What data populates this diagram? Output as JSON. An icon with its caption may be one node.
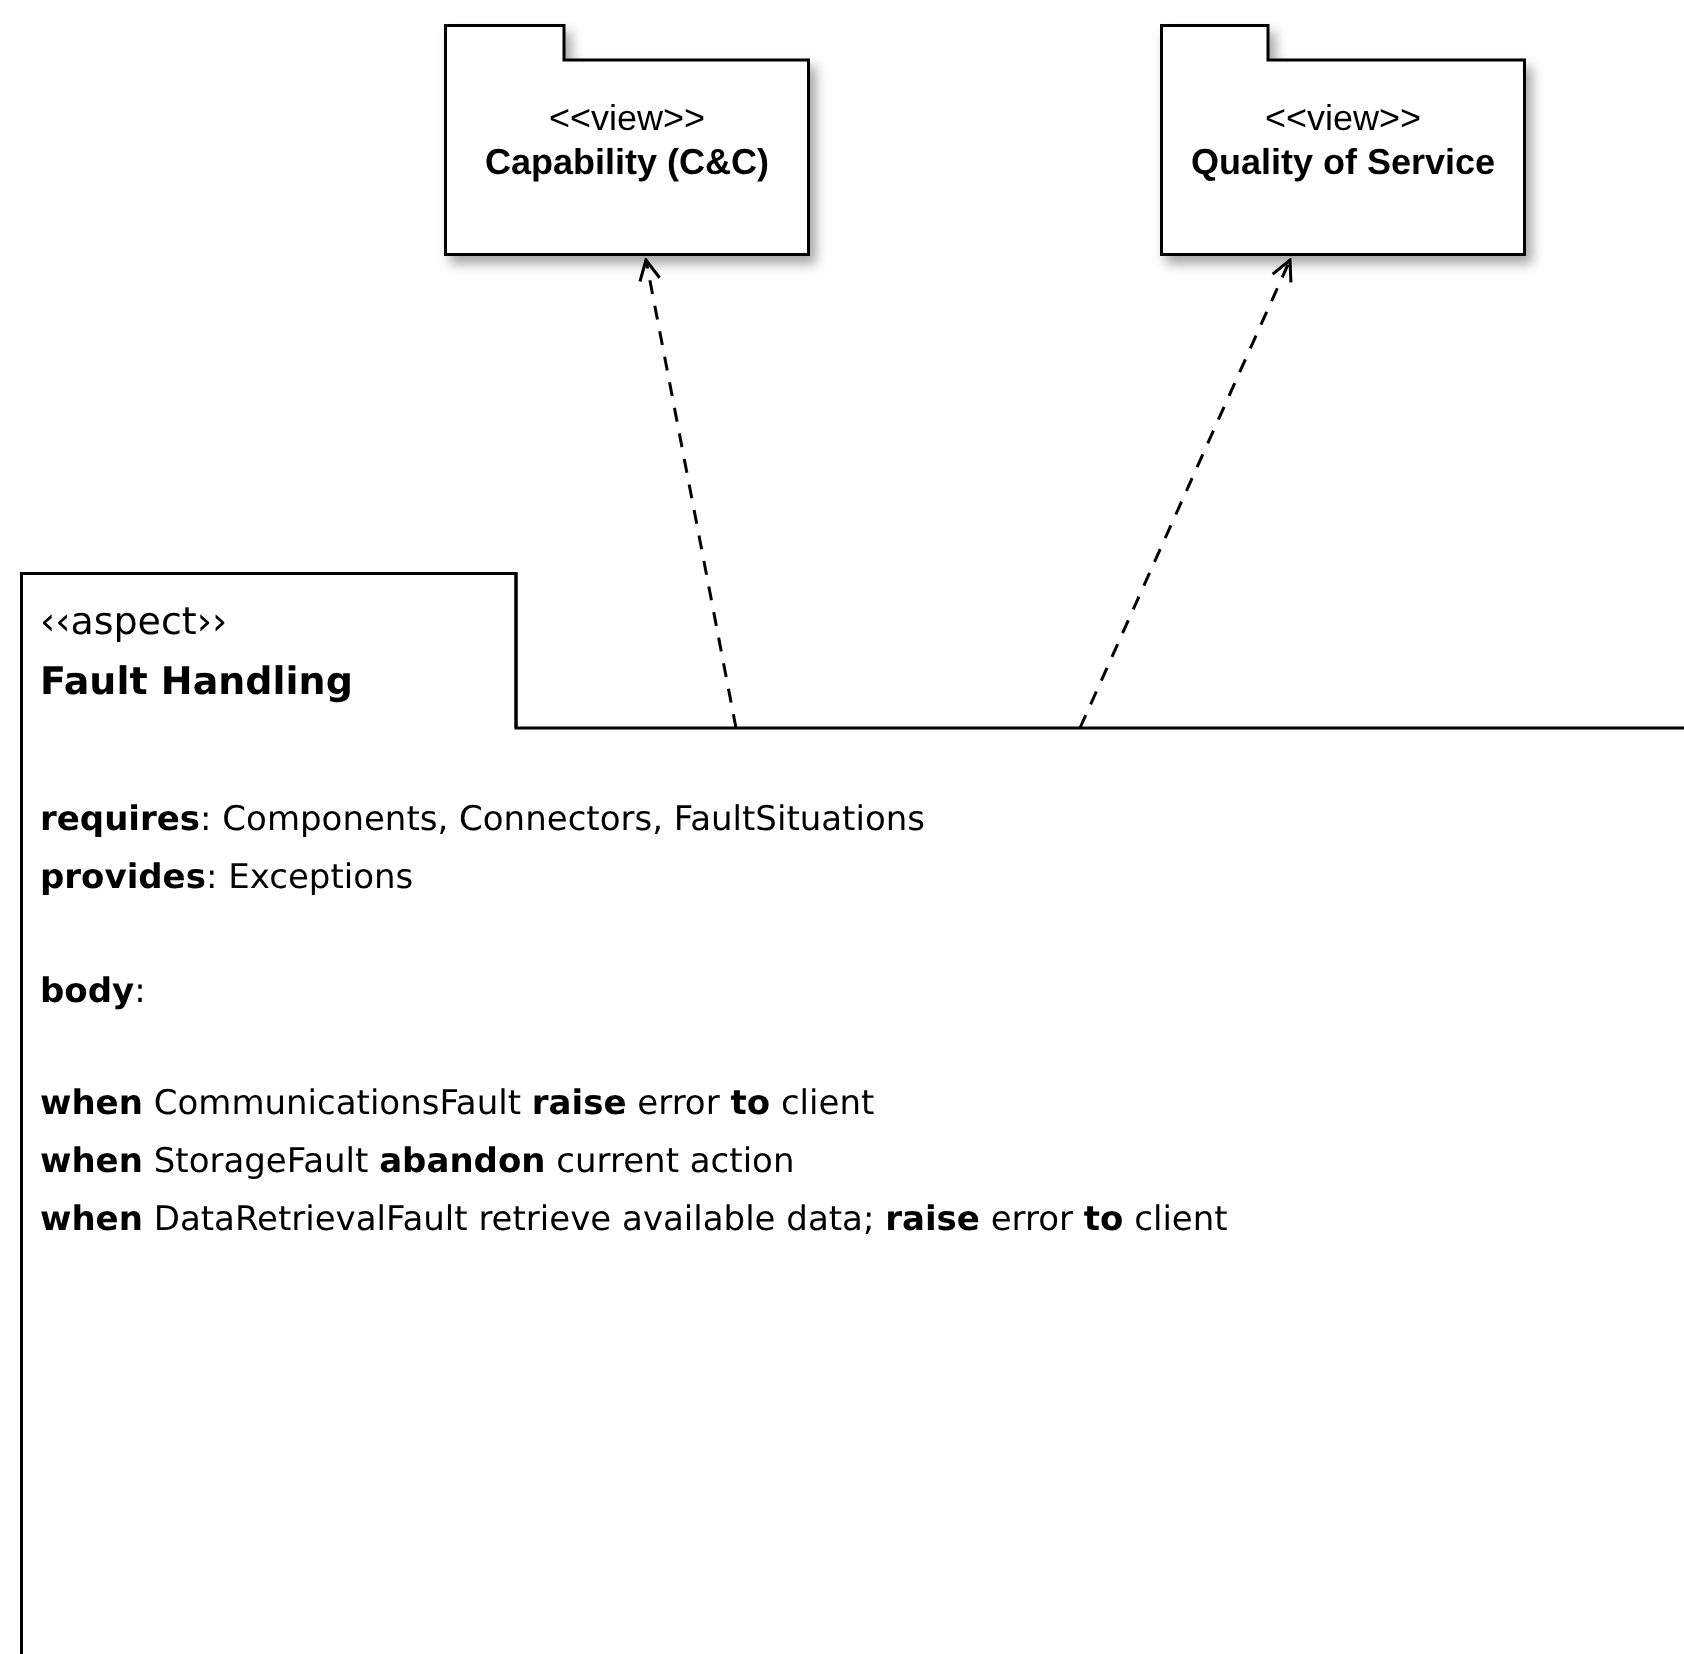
{
  "diagram": {
    "nodes": [
      {
        "text": [
          "<<view>>",
          "Capability (C&C)"
        ]
      },
      {
        "text": [
          "<<view>>",
          "Quality of Service"
        ]
      },
      {
        "text": [
          "‹‹aspect››",
          "Fault Handling",
          "**requires**: Components, Connectors, FaultSituations",
          "**provides**: Exceptions",
          "**body**:",
          "**when** CommunicationsFault **raise** error **to** client",
          "**when** StorageFault **abandon** current action",
          "**when** DataRetrievalFault retrieve available data; **raise** error **to** client"
        ]
      }
    ],
    "edges": [
      {
        "from": 2,
        "to": 0,
        "arrow": "to",
        "style": "dashed"
      },
      {
        "from": 2,
        "to": 1,
        "arrow": "to",
        "style": "dashed"
      }
    ]
  }
}
